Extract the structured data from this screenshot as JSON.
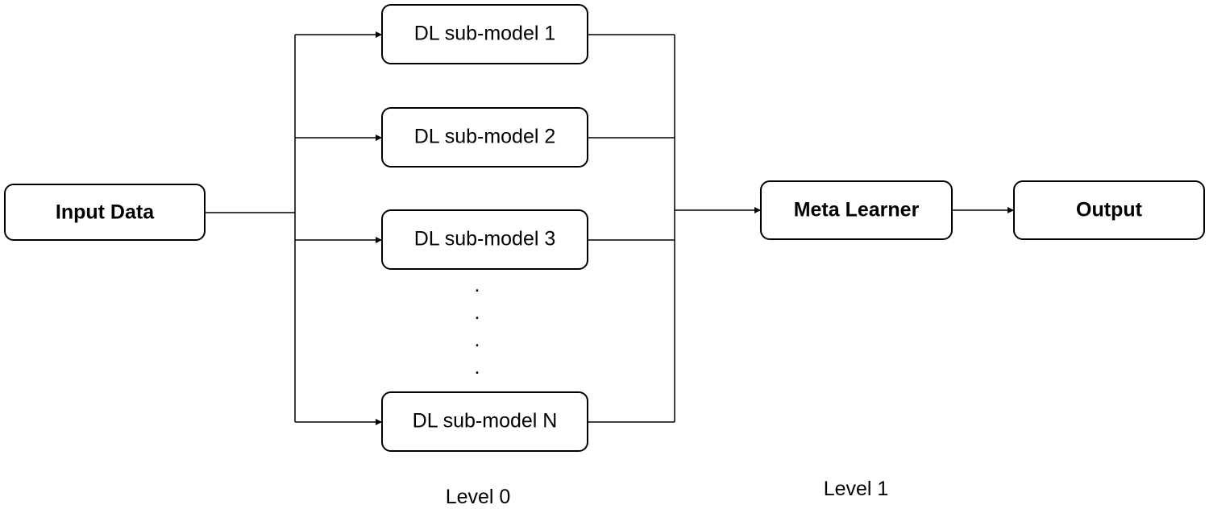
{
  "nodes": {
    "input": {
      "label": "Input Data"
    },
    "sub1": {
      "label": "DL sub-model 1"
    },
    "sub2": {
      "label": "DL sub-model 2"
    },
    "sub3": {
      "label": "DL sub-model 3"
    },
    "subN": {
      "label": "DL sub-model N"
    },
    "meta": {
      "label": "Meta Learner"
    },
    "output": {
      "label": "Output"
    }
  },
  "ellipsis": ".",
  "levels": {
    "level0": "Level 0",
    "level1": "Level 1"
  },
  "colors": {
    "stroke": "#000000",
    "fill": "#ffffff",
    "text": "#000000"
  }
}
